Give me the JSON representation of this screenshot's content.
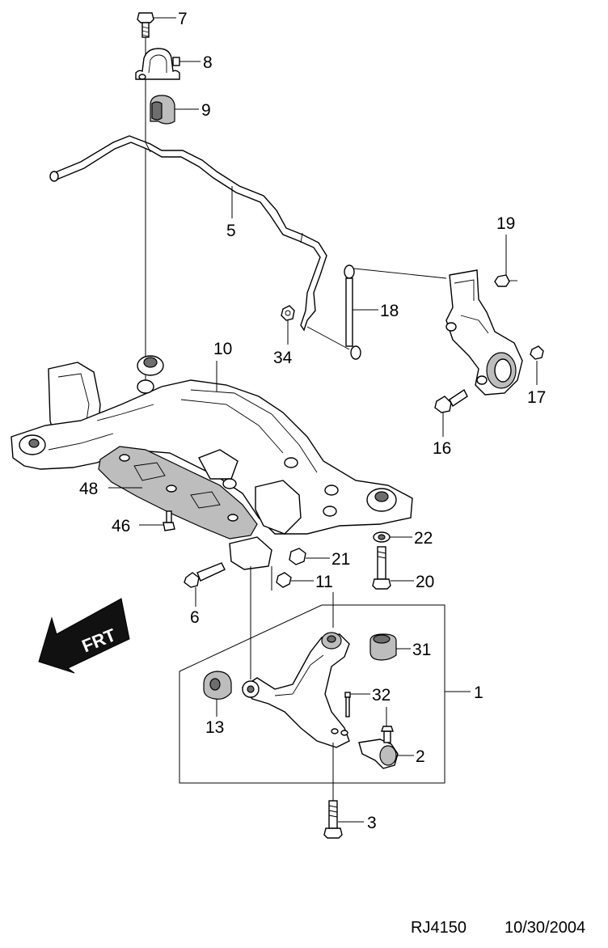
{
  "diagram": {
    "callouts": [
      "7",
      "8",
      "9",
      "5",
      "19",
      "18",
      "34",
      "10",
      "17",
      "16",
      "48",
      "46",
      "22",
      "21",
      "11",
      "20",
      "6",
      "31",
      "32",
      "1",
      "13",
      "2",
      "3"
    ],
    "direction_arrow": "FRT",
    "drawing_code": "RJ4150",
    "date": "10/30/2004"
  }
}
